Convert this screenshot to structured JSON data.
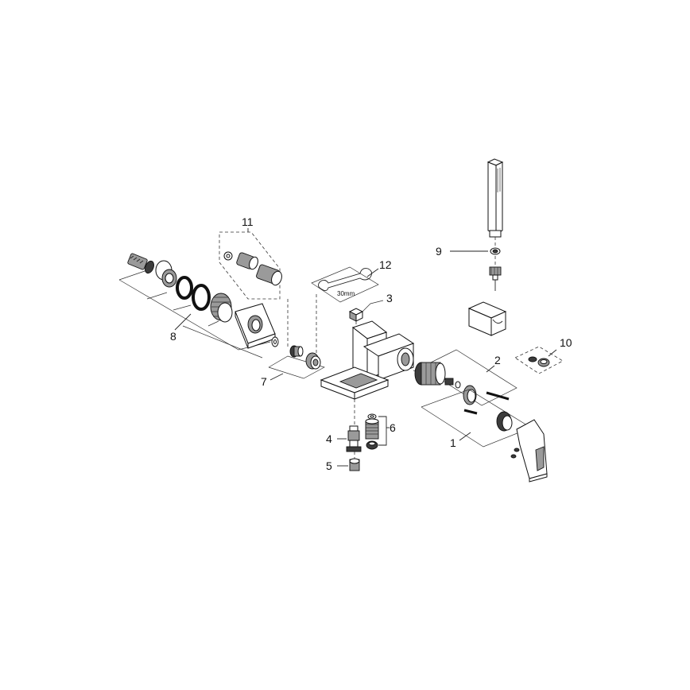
{
  "labels": {
    "l1": "1",
    "l2": "2",
    "l3": "3",
    "l4": "4",
    "l5": "5",
    "l6": "6",
    "l7": "7",
    "l8": "8",
    "l9": "9",
    "l10": "10",
    "l11": "11",
    "l12": "12"
  },
  "wrench_size": "30mm"
}
